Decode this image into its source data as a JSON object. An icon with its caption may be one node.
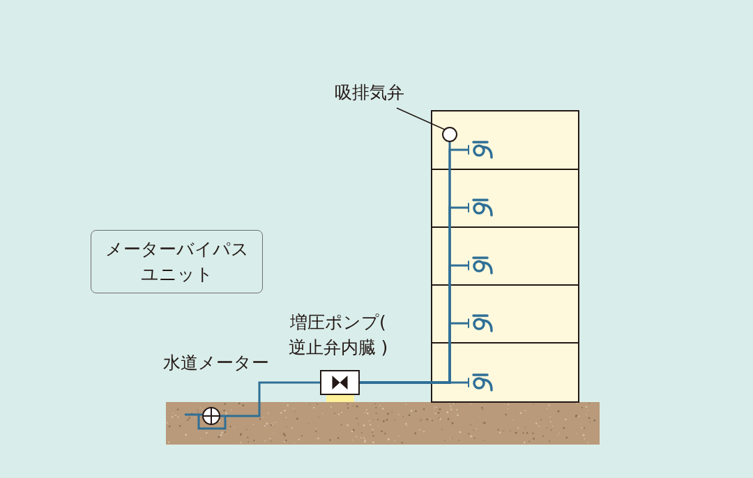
{
  "diagram": {
    "nodes": [
      {
        "text": [],
        "shape": "circle",
        "beside": [
          "水道メーター"
        ]
      },
      {
        "text": [],
        "shape": "box",
        "beside": [
          "増圧ポンプ( 逆止弁内臓 )"
        ]
      },
      {
        "text": [],
        "shape": "circle"
      },
      {
        "text": [
          "吸排気弁"
        ]
      },
      {
        "text": [],
        "shape": "faucet"
      },
      {
        "text": [],
        "shape": "faucet"
      },
      {
        "text": [],
        "shape": "faucet"
      },
      {
        "text": [],
        "shape": "faucet"
      },
      {
        "text": [],
        "shape": "faucet"
      },
      {
        "text": [
          "メーターバイパスユニット"
        ]
      }
    ],
    "edges": [
      {
        "from": null,
        "to": 0,
        "arrow": "none"
      },
      {
        "from": 0,
        "to": 1,
        "arrow": "none"
      },
      {
        "from": 1,
        "to": 8,
        "arrow": "none"
      },
      {
        "from": 1,
        "to": 7,
        "arrow": "none"
      },
      {
        "from": 1,
        "to": 6,
        "arrow": "none"
      },
      {
        "from": 1,
        "to": 5,
        "arrow": "none"
      },
      {
        "from": 1,
        "to": 4,
        "arrow": "none"
      },
      {
        "from": 1,
        "to": 2,
        "arrow": "none"
      },
      {
        "from": 3,
        "to": 2,
        "arrow": "none",
        "color": "#231815"
      }
    ]
  }
}
